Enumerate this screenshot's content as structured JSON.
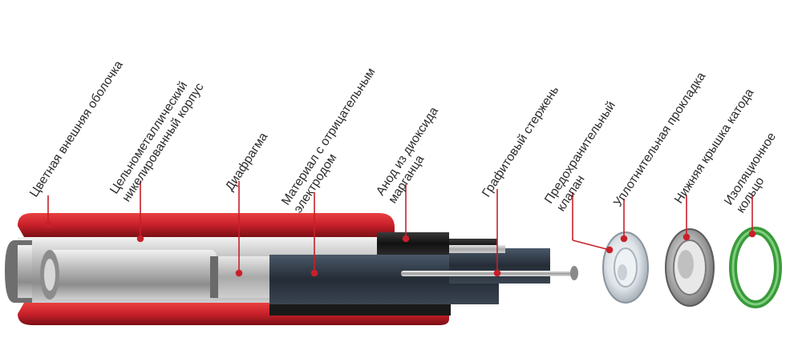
{
  "colors": {
    "accent": "#c8202a",
    "text": "#2a2a2a",
    "shell_red": "#c8202a",
    "ring_green": "#3a9a3a"
  },
  "labels": [
    {
      "id": "outer-shell",
      "lines": [
        "Цветная внешняя оболочка"
      ]
    },
    {
      "id": "steel-case",
      "lines": [
        "Цельнометаллический",
        "никелированный корпус"
      ]
    },
    {
      "id": "diaphragm",
      "lines": [
        "Диафрагма"
      ]
    },
    {
      "id": "negative-material",
      "lines": [
        "Материал с отрицательным",
        "электродом"
      ]
    },
    {
      "id": "mno2-anode",
      "lines": [
        "Анод из диоксида",
        "марганца"
      ]
    },
    {
      "id": "graphite-rod",
      "lines": [
        "Графитовый стержень"
      ]
    },
    {
      "id": "safety-valve",
      "lines": [
        "Предохранительный",
        "клапан"
      ]
    },
    {
      "id": "sealing-gasket",
      "lines": [
        "Уплотнительная прокладка"
      ]
    },
    {
      "id": "bottom-cap",
      "lines": [
        "Нижняя крышка катода"
      ]
    },
    {
      "id": "insulating-ring",
      "lines": [
        "Изоляционное",
        "кольцо"
      ]
    }
  ]
}
